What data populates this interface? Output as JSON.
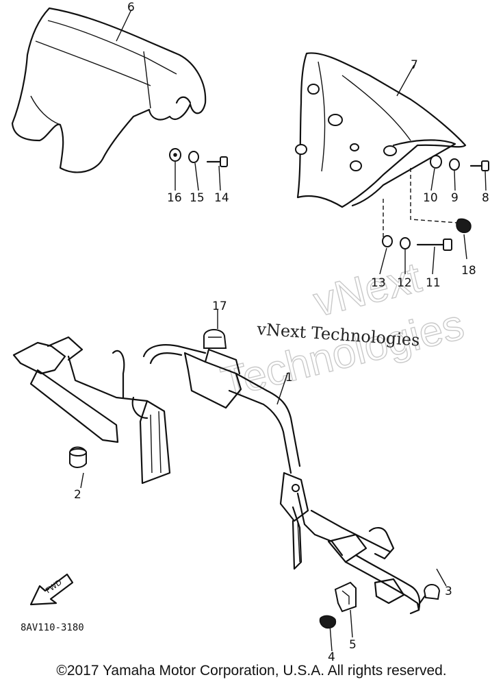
{
  "diagram": {
    "part_numbers": {
      "p1": "1",
      "p2": "2",
      "p3": "3",
      "p4": "4",
      "p5": "5",
      "p6": "6",
      "p7": "7",
      "p8": "8",
      "p9": "9",
      "p10": "10",
      "p11": "11",
      "p12": "12",
      "p13": "13",
      "p14": "14",
      "p15": "15",
      "p16": "16",
      "p17": "17",
      "p18": "18"
    },
    "reference_code": "8AV110-3180",
    "fwd_label": "FWD"
  },
  "watermark": {
    "brand_line1": "vNext",
    "brand_line2": "Technologies",
    "caption": "vNext Technologies"
  },
  "copyright": "©2017 Yamaha Motor Corporation, U.S.A. All rights reserved."
}
